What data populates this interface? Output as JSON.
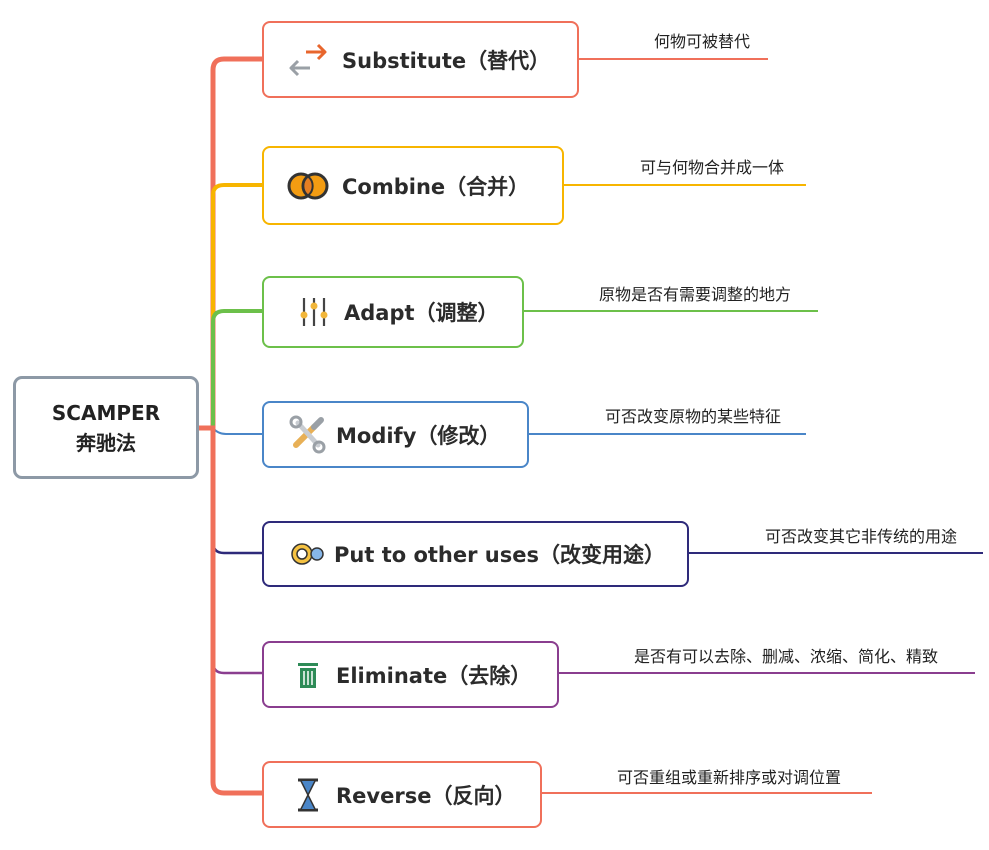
{
  "root": {
    "line1": "SCAMPER",
    "line2": "奔驰法"
  },
  "branches": [
    {
      "label": "Substitute（替代）",
      "note": "何物可被替代",
      "color": "#f0705a",
      "icon": "swap-arrows-icon"
    },
    {
      "label": "Combine（合并）",
      "note": "可与何物合并成一体",
      "color": "#f7b500",
      "icon": "overlapping-circles-icon"
    },
    {
      "label": "Adapt（调整）",
      "note": "原物是否有需要调整的地方",
      "color": "#6cc04a",
      "icon": "sliders-icon"
    },
    {
      "label": "Modify（修改）",
      "note": "可否改变原物的某些特征",
      "color": "#4a86c8",
      "icon": "tools-icon"
    },
    {
      "label": "Put to other uses（改变用途）",
      "note": "可否改变其它非传统的用途",
      "color": "#2e2a7a",
      "icon": "toggle-icon"
    },
    {
      "label": "Eliminate（去除）",
      "note": "是否有可以去除、删减、浓缩、简化、精致",
      "color": "#8a3e8f",
      "icon": "trash-icon"
    },
    {
      "label": "Reverse（反向）",
      "note": "可否重组或重新排序或对调位置",
      "color": "#f0705a",
      "icon": "hourglass-icon"
    }
  ]
}
